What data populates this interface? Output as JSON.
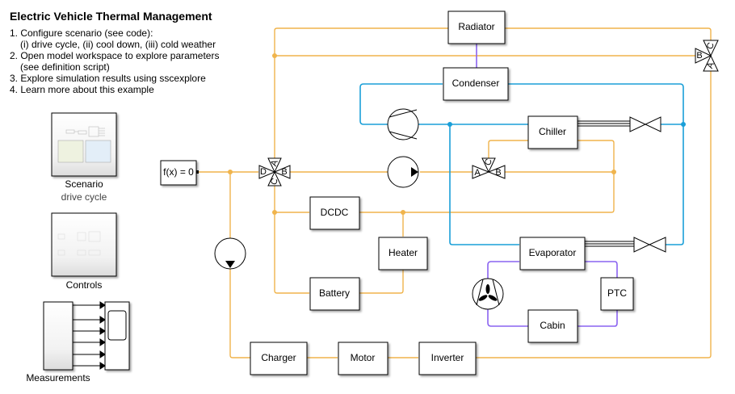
{
  "header": {
    "title": "Electric Vehicle Thermal Management",
    "steps": [
      {
        "line1": "1. Configure scenario (see code):",
        "line2": "(i) drive cycle, (ii) cool down, (iii) cold weather"
      },
      {
        "line1": "2. Open model workspace to explore parameters",
        "line2": "(see definition script)"
      },
      {
        "line1": "3. Explore simulation results using sscexplore"
      },
      {
        "line1": "4. Learn more about this example"
      }
    ]
  },
  "subsystems": {
    "scenario": {
      "label": "Scenario",
      "sublabel": "drive cycle"
    },
    "controls": {
      "label": "Controls"
    },
    "measurements": {
      "label": "Measurements"
    }
  },
  "blocks": {
    "solver": "f(x) = 0",
    "radiator": "Radiator",
    "condenser": "Condenser",
    "chiller": "Chiller",
    "dcdc": "DCDC",
    "heater": "Heater",
    "battery": "Battery",
    "evaporator": "Evaporator",
    "ptc": "PTC",
    "cabin": "Cabin",
    "charger": "Charger",
    "motor": "Motor",
    "inverter": "Inverter"
  },
  "valve_ports": {
    "four_way": {
      "a": "A",
      "b": "B",
      "c": "C",
      "d": "D"
    },
    "three_way_right": {
      "a": "A",
      "b": "B",
      "c": "C"
    },
    "three_way_mid": {
      "a": "A",
      "b": "B",
      "c": "C"
    }
  },
  "icons": {
    "compressor": "compressor-icon",
    "pump": "pump-icon",
    "fan": "fan-icon",
    "expansion_valve": "expansion-valve-icon",
    "scope": "scope-icon"
  },
  "colors": {
    "thermal_liquid": "#f0b44c",
    "refrigerant": "#1a9fd8",
    "moist_air": "#8a63f0"
  }
}
